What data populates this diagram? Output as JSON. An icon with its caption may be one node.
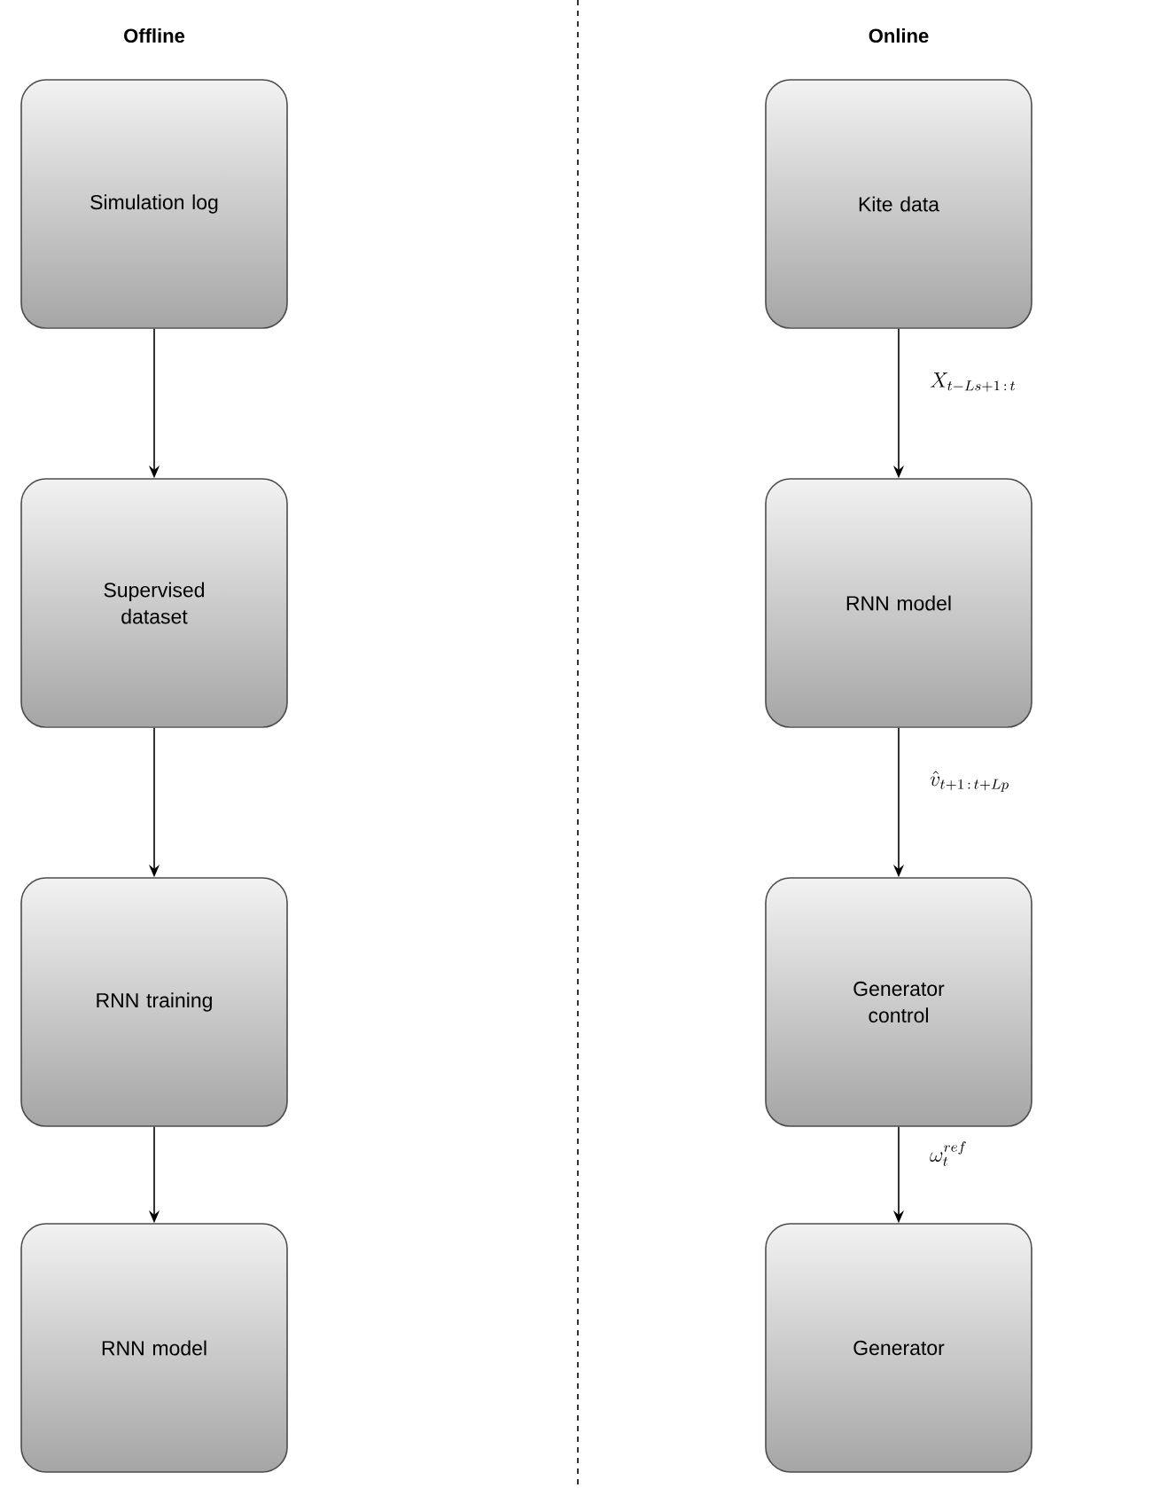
{
  "diagram": {
    "nodes": [
      {
        "text": [
          "Simulation log"
        ]
      },
      {
        "text": [
          "Supervised dataset"
        ]
      },
      {
        "text": [
          "RNN training"
        ]
      },
      {
        "text": [
          "RNN model"
        ]
      },
      {
        "text": [
          "Kite data"
        ]
      },
      {
        "text": [
          "RNN model"
        ]
      },
      {
        "text": [
          "Generator control"
        ]
      },
      {
        "text": [
          "Generator"
        ]
      }
    ],
    "edges": [
      {
        "from": 0,
        "to": 1,
        "arrow": "to"
      },
      {
        "from": 1,
        "to": 2,
        "arrow": "to"
      },
      {
        "from": 2,
        "to": 3,
        "arrow": "to"
      },
      {
        "from": 4,
        "to": 5,
        "arrow": "to",
        "label": "X_{t-Ls+1\\,:\\,t}"
      },
      {
        "from": 5,
        "to": 6,
        "arrow": "to",
        "label": "\\hat{v}_{t+1\\,:\\,t+Lp}"
      },
      {
        "from": 6,
        "to": 7,
        "arrow": "to",
        "label": "\\omega^{ref}_{t}"
      }
    ],
    "labels": [
      "Offline",
      "Online"
    ]
  }
}
